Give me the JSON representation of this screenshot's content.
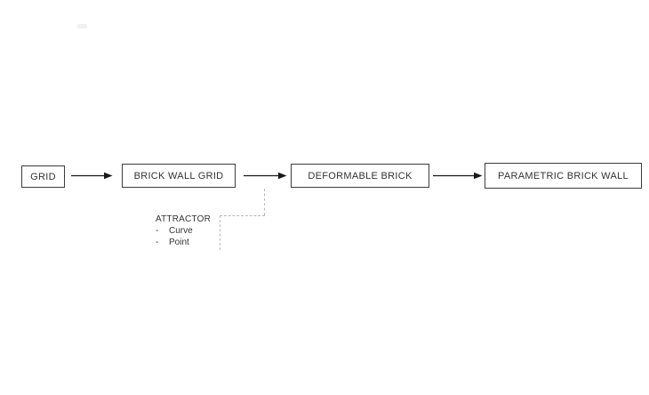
{
  "diagram": {
    "nodes": [
      {
        "label": "GRID"
      },
      {
        "label": "BRICK WALL GRID"
      },
      {
        "label": "DEFORMABLE BRICK"
      },
      {
        "label": "PARAMETRIC BRICK WALL"
      }
    ],
    "annotation": {
      "title": "ATTRACTOR",
      "bullet": "-",
      "items": [
        "Curve",
        "Point"
      ]
    },
    "colors": {
      "background": "#ffffff",
      "box_border": "#3c3c3c",
      "text": "#333333",
      "arrow": "#1a1a1a",
      "dashed_connector": "#b9b9b9"
    }
  }
}
